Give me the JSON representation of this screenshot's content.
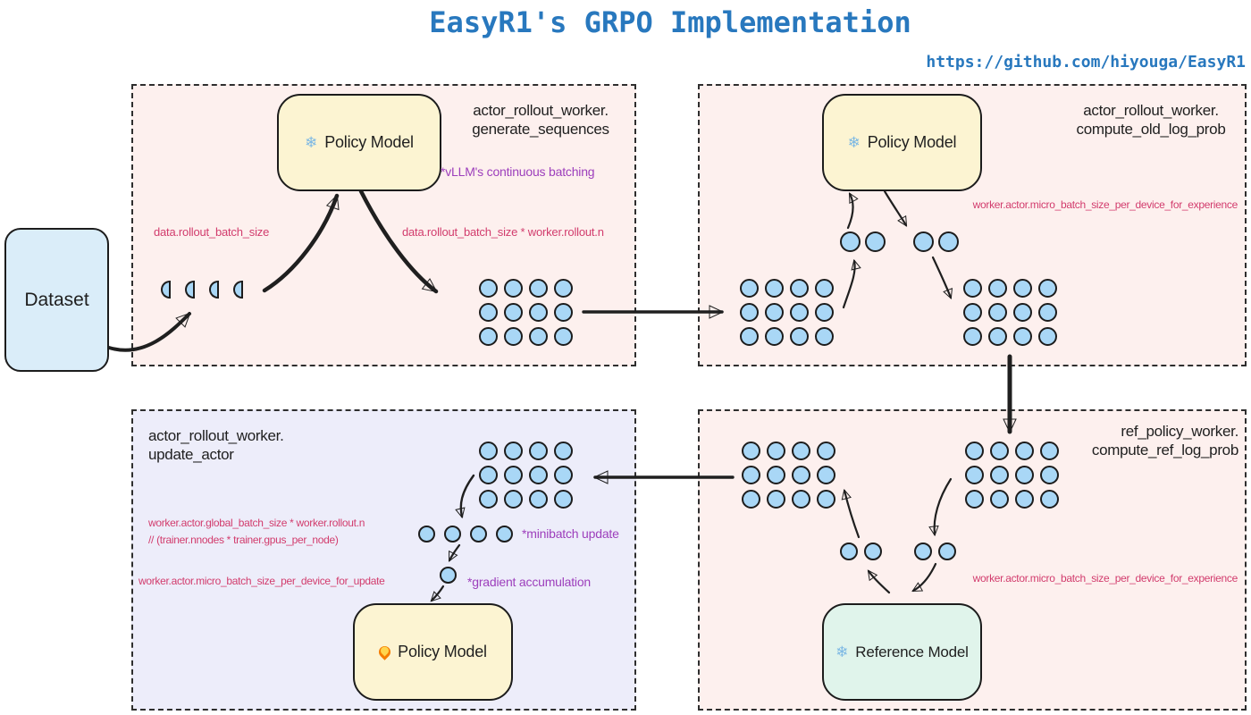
{
  "title": "EasyR1's GRPO Implementation",
  "link": "https://github.com/hiyouga/EasyR1",
  "dataset": {
    "label": "Dataset"
  },
  "panels": {
    "generate_sequences": {
      "header_line1": "actor_rollout_worker.",
      "header_line2": "generate_sequences",
      "model": {
        "icon": "❄",
        "icon_name": "snowflake-icon",
        "label": "Policy Model"
      },
      "note": "*vLLM's continuous batching",
      "batch_label": "data.rollout_batch_size",
      "rollout_label": "data.rollout_batch_size * worker.rollout.n"
    },
    "compute_old_log_prob": {
      "header_line1": "actor_rollout_worker.",
      "header_line2": "compute_old_log_prob",
      "model": {
        "icon": "❄",
        "icon_name": "snowflake-icon",
        "label": "Policy Model"
      },
      "micro_batch_label": "worker.actor.micro_batch_size_per_device_for_experience"
    },
    "update_actor": {
      "header_line1": "actor_rollout_worker.",
      "header_line2": "update_actor",
      "model": {
        "icon_name": "flame-icon",
        "label": "Policy Model"
      },
      "global_batch_line1": "worker.actor.global_batch_size * worker.rollout.n",
      "global_batch_line2": "// (trainer.nnodes * trainer.gpus_per_node)",
      "minibatch_note": "*minibatch update",
      "micro_batch_label": "worker.actor.micro_batch_size_per_device_for_update",
      "gradient_note": "*gradient accumulation"
    },
    "compute_ref_log_prob": {
      "header_line1": "ref_policy_worker.",
      "header_line2": "compute_ref_log_prob",
      "model": {
        "icon": "❄",
        "icon_name": "snowflake-icon",
        "label": "Reference Model"
      },
      "micro_batch_label": "worker.actor.micro_batch_size_per_device_for_experience"
    }
  },
  "shapes": {
    "batch_grid": {
      "rows": 3,
      "cols": 4,
      "shape": "circle"
    },
    "prompt_row": {
      "rows": 1,
      "cols": 4,
      "shape": "half"
    },
    "micro_pair": {
      "rows": 1,
      "cols": 2,
      "shape": "circle"
    },
    "minibatch_row": {
      "rows": 1,
      "cols": 4,
      "shape": "circle"
    },
    "single_sample": {
      "rows": 1,
      "cols": 1,
      "shape": "circle"
    }
  },
  "colors": {
    "accent_blue": "#2878be",
    "crimson": "#d23c6d",
    "purple": "#9d3fbc",
    "token_fill": "#a9d7f6",
    "model_yellow": "#fcf4d2",
    "model_mint": "#e0f4eb",
    "dataset_blue": "#daedf9",
    "panel_pink": "#fdf0ee",
    "panel_lavender": "#ededfa"
  }
}
